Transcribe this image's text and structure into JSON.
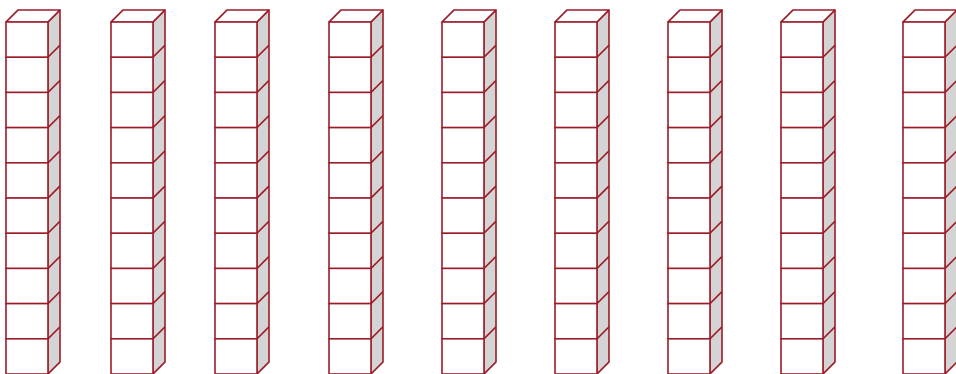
{
  "diagram": {
    "type": "base-ten-rods",
    "rod_count": 9,
    "cubes_per_rod": 10,
    "colors": {
      "stroke": "#9b1c28",
      "front_face": "#ffffff",
      "side_face": "#d4d4d4",
      "top_face": "#ffffff",
      "background": "#ffffff"
    }
  }
}
